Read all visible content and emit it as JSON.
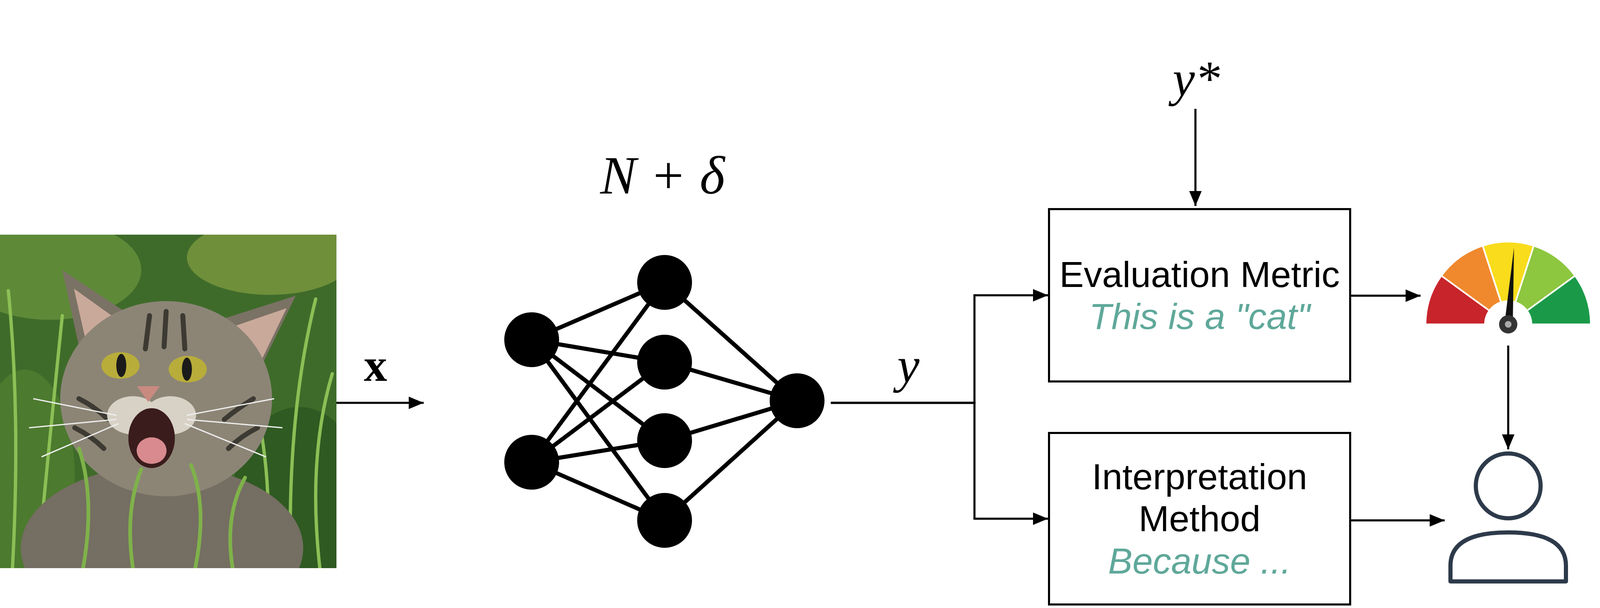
{
  "diagram": {
    "nodes": [
      {
        "text": [
          "N + δ"
        ]
      },
      {
        "text": [
          "Evaluation Metric",
          "This is a \"cat\""
        ]
      },
      {
        "text": [
          "Interpretation Method",
          "Because ..."
        ]
      }
    ],
    "edges": [
      {
        "from": 0,
        "to": 1,
        "arrow": "to"
      },
      {
        "from": 0,
        "to": 2,
        "arrow": "to"
      }
    ],
    "labels": [
      "x",
      "y",
      "y*"
    ]
  }
}
